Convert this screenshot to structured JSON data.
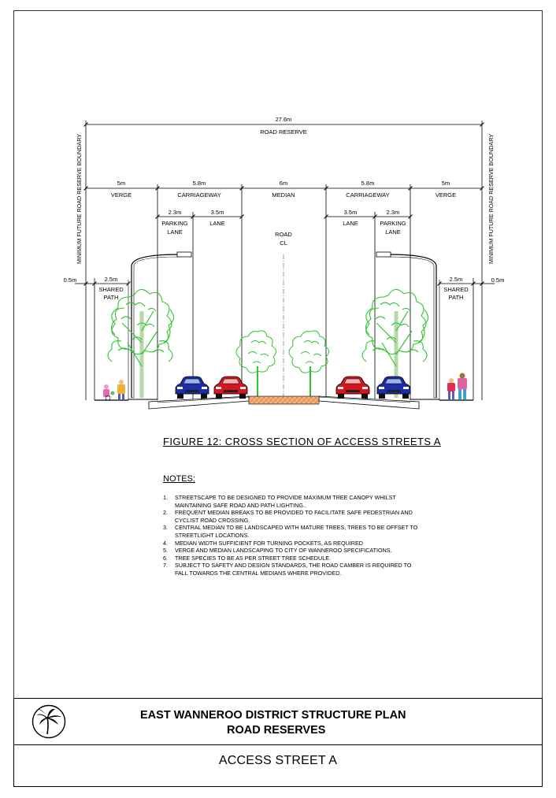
{
  "dims": {
    "road_reserve": "27.6m",
    "road_reserve_label": "ROAD RESERVE",
    "verge_left": "5m",
    "verge_left_label": "VERGE",
    "carriageway_left": "5.8m",
    "carriageway_left_label": "CARRIAGEWAY",
    "median": "6m",
    "median_label": "MEDIAN",
    "carriageway_right": "5.8m",
    "carriageway_right_label": "CARRIAGEWAY",
    "verge_right": "5m",
    "verge_right_label": "VERGE",
    "parking_left": "2.3m",
    "parking_left_label_1": "PARKING",
    "parking_left_label_2": "LANE",
    "lane_left": "3.5m",
    "lane_left_label": "LANE",
    "lane_right": "3.5m",
    "lane_right_label": "LANE",
    "parking_right": "2.3m",
    "parking_right_label_1": "PARKING",
    "parking_right_label_2": "LANE",
    "offset_left": "0.5m",
    "offset_right": "0.5m",
    "path_left": "2.5m",
    "path_left_label_1": "SHARED",
    "path_left_label_2": "PATH",
    "path_right": "2.5m",
    "path_right_label_1": "SHARED",
    "path_right_label_2": "PATH",
    "road_cl_1": "ROAD",
    "road_cl_2": "CL",
    "boundary_left": "MINIMUM FUTURE ROAD RESERVE BOUNDARY",
    "boundary_right": "MINIMUM FUTURE ROAD RESERVE BOUNDARY"
  },
  "colors": {
    "tree": "#2fc42f",
    "car_red": "#d8141e",
    "car_blue": "#1c2fa8",
    "median_fill": "#f2b58a"
  },
  "figure_title": "FIGURE 12: CROSS SECTION OF ACCESS STREETS A",
  "notes_title": "NOTES:",
  "notes": [
    {
      "num": "1.",
      "text": "STREETSCAPE TO BE DESIGNED TO PROVIDE MAXIMUM TREE CANOPY WHILST MAINTAINING SAFE ROAD AND PATH LIGHTING.."
    },
    {
      "num": "2.",
      "text": "FREQUENT MEDIAN BREAKS TO BE PROVIDED TO FACILITATE SAFE PEDESTRIAN AND CYCLIST ROAD CROSSING."
    },
    {
      "num": "3.",
      "text": "CENTRAL MEDIAN TO BE LANDSCAPED WITH MATURE TREES, TREES TO BE OFFSET TO STREETLIGHT LOCATIONS."
    },
    {
      "num": "4.",
      "text": "MEDIAN WIDTH SUFFICIENT FOR TURNING POCKETS, AS REQUIRED"
    },
    {
      "num": "5.",
      "text": "VERGE AND MEDIAN LANDSCAPING TO CITY OF WANNEROO SPECIFICATIONS."
    },
    {
      "num": "6.",
      "text": "TREE SPECIES TO BE AS PER STREET TREE SCHEDULE."
    },
    {
      "num": "7.",
      "text": "SUBJECT TO SAFETY AND DESIGN STANDARDS, THE ROAD CAMBER IS REQUIRED TO FALL TOWARDS THE CENTRAL MEDIANS WHERE PROVIDED."
    }
  ],
  "title_block": {
    "line1": "EAST WANNEROO DISTRICT STRUCTURE PLAN",
    "line2": "ROAD RESERVES",
    "subtitle": "ACCESS STREET A"
  }
}
